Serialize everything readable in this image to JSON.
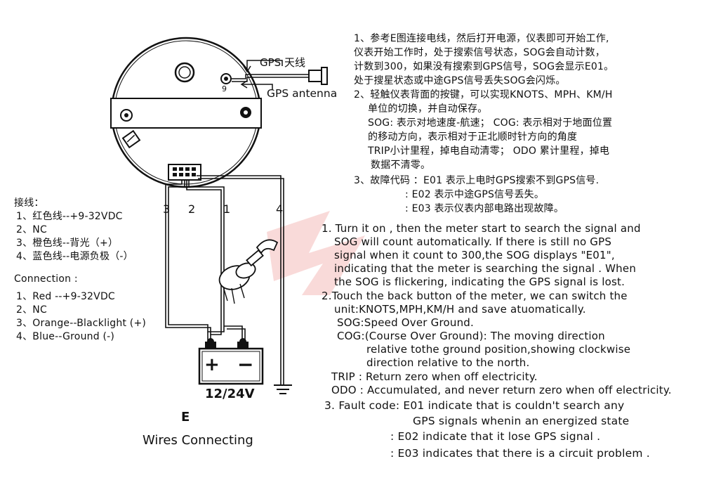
{
  "antenna": {
    "cn": "GPS 天线",
    "en": "GPS  antenna",
    "pin": "9"
  },
  "wire_numbers": [
    "3",
    "2",
    "1",
    "4"
  ],
  "battery": {
    "label": "12/24V",
    "plus": "+",
    "minus": "−"
  },
  "figure": {
    "letter": "E",
    "caption": "Wires Connecting"
  },
  "wiring_cn": {
    "title": "接线：",
    "items": [
      "1、红色线--+9-32VDC",
      "2、NC",
      "3、橙色线--背光（+）",
      "4、蓝色线--电源负极（-）"
    ]
  },
  "wiring_en": {
    "title": "Connection :",
    "items": [
      "1、Red --+9-32VDC",
      "2、NC",
      "3、Orange--Blacklight (+)",
      "4、Blue--Ground (-)"
    ]
  },
  "instructions_cn": [
    "1、参考E图连接电线，然后打开电源，仪表即可开始工作,",
    "仪表开始工作时，处于搜索信号状态，SOG会自动计数，",
    "计数到300，如果没有搜索到GPS信号，SOG会显示E01。",
    "处于搜星状态或中途GPS信号丢失SOG会闪烁。",
    "2、轻触仪表背面的按键，可以实现KNOTS、MPH、KM/H",
    "单位的切换，并自动保存。",
    "SOG: 表示对地速度-航速； COG: 表示相对于地面位置",
    "的移动方向，表示相对于正北顺时针方向的角度",
    "TRIP小计里程，掉电自动清零； ODO 累计里程，掉电",
    "数据不清零。",
    "3、故障代码 ：E01 表示上电时GPS搜索不到GPS信号.",
    ": E02 表示中途GPS信号丢失。",
    ": E03 表示仪表内部电路出现故障。"
  ],
  "instructions_en": [
    "1.  Turn it on , then the meter start to search the signal and",
    "SOG will count automatically.    If there is still no GPS",
    "signal when it count to 300,the SOG displays \"E01\",",
    "indicating that the  meter is searching the signal . When",
    "the SOG is flickering, indicating the GPS signal is lost.",
    "2.Touch the back button of the meter, we can switch the",
    "unit:KNOTS,MPH,KM/H and save  atuomatically.",
    "SOG:Speed Over Ground.",
    "COG:(Course Over Ground): The moving direction",
    "relative tothe ground position,showing clockwise",
    "direction  relative to the north.",
    "TRIP  : Return zero when off electricity.",
    "ODO : Accumulated, and never return zero when off electricity.",
    "3. Fault code: E01 indicate that is couldn't search any",
    "GPS signals whenin an energized state",
    ": E02 indicate that it lose GPS signal .",
    ": E03 indicates that there is a circuit problem ."
  ]
}
